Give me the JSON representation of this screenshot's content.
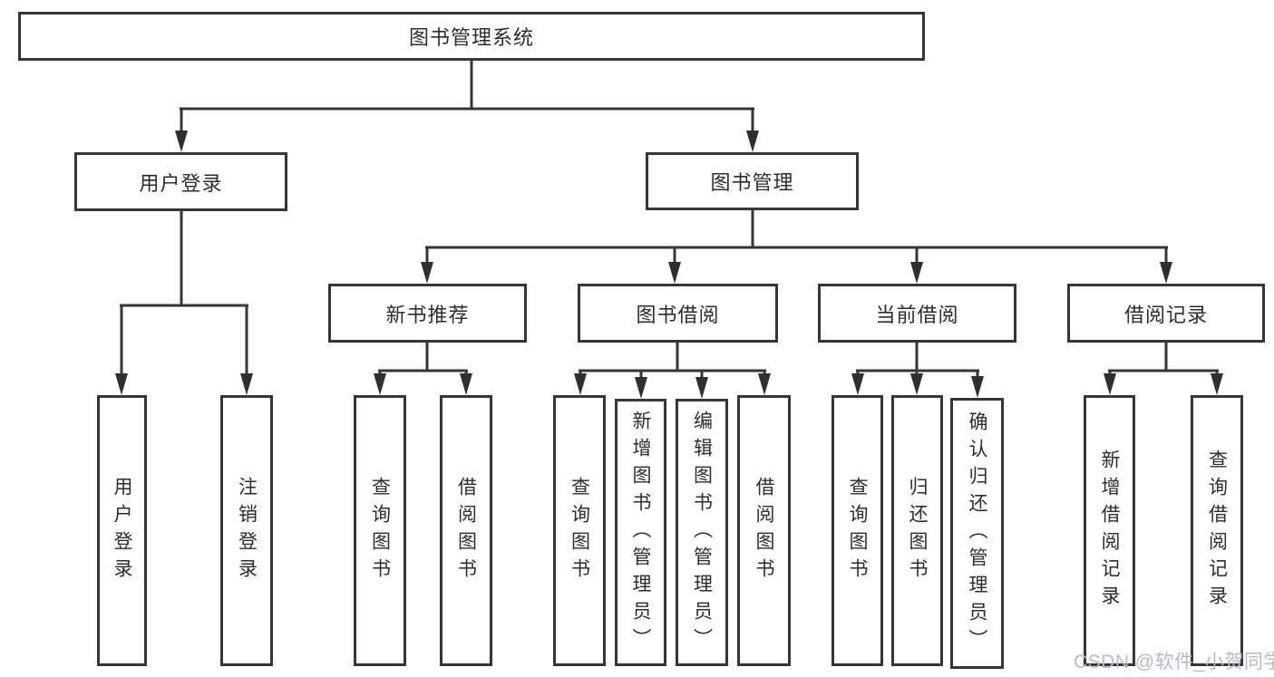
{
  "page": {
    "background": "#ffffff"
  },
  "diagram": {
    "type": "hierarchy-tree",
    "root": {
      "label": "图书管理系统"
    },
    "level2": [
      {
        "label": "用户登录",
        "parent": "图书管理系统"
      },
      {
        "label": "图书管理",
        "parent": "图书管理系统"
      }
    ],
    "level3": [
      {
        "label": "新书推荐",
        "parent": "图书管理"
      },
      {
        "label": "图书借阅",
        "parent": "图书管理"
      },
      {
        "label": "当前借阅",
        "parent": "图书管理"
      },
      {
        "label": "借阅记录",
        "parent": "图书管理"
      }
    ],
    "leaves": [
      {
        "label": "用户登录",
        "parent": "用户登录"
      },
      {
        "label": "注销登录",
        "parent": "用户登录"
      },
      {
        "label": "查询图书",
        "parent": "新书推荐"
      },
      {
        "label": "借阅图书",
        "parent": "新书推荐"
      },
      {
        "label": "查询图书",
        "parent": "图书借阅"
      },
      {
        "label": "新增图书（管理员）",
        "parent": "图书借阅"
      },
      {
        "label": "编辑图书（管理员）",
        "parent": "图书借阅"
      },
      {
        "label": "借阅图书",
        "parent": "图书借阅"
      },
      {
        "label": "查询图书",
        "parent": "当前借阅"
      },
      {
        "label": "归还图书",
        "parent": "当前借阅"
      },
      {
        "label": "确认归还（管理员）",
        "parent": "当前借阅"
      },
      {
        "label": "新增借阅记录",
        "parent": "借阅记录"
      },
      {
        "label": "查询借阅记录",
        "parent": "借阅记录"
      }
    ],
    "watermark": {
      "text": "CSDN @软件_小贺同学"
    },
    "colors": {
      "line": "#363636",
      "arrow": "#2f2f2f",
      "text": "#2d2d2d",
      "box_background": "#ffffff",
      "watermark": "#b6bcc4"
    }
  }
}
